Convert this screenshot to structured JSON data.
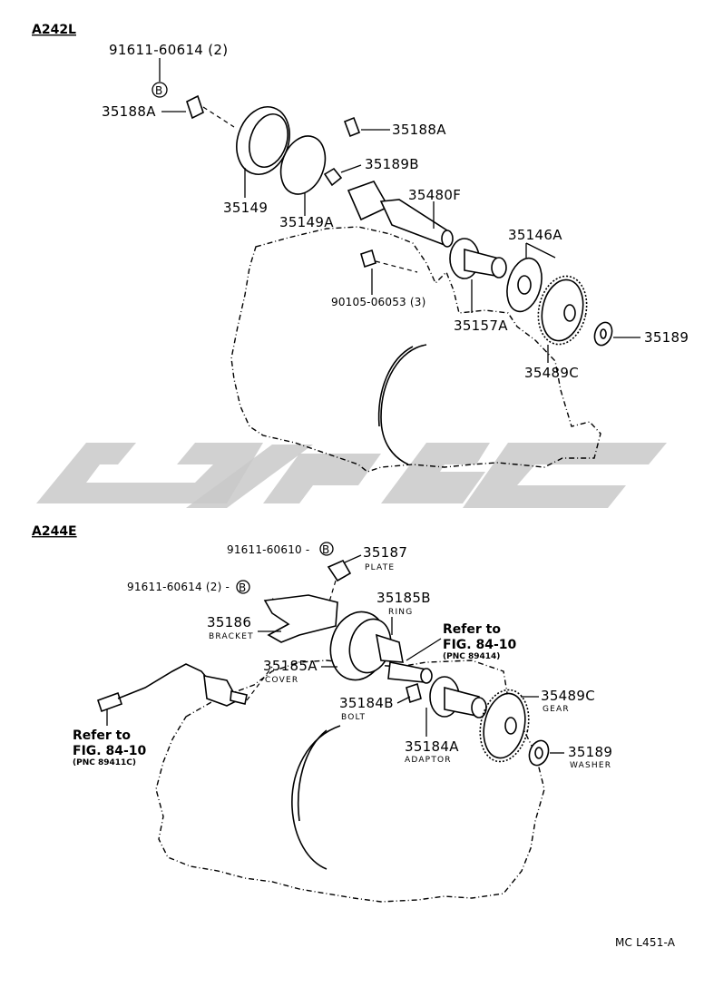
{
  "sections": {
    "upper": "A242L",
    "lower": "A244E"
  },
  "upper_labels": {
    "bolt_91611_60614": "91611-60614 (2)",
    "circle_b": "B",
    "p35188A_left": "35188A",
    "p35188A_right": "35188A",
    "p35189B": "35189B",
    "p35149": "35149",
    "p35149A": "35149A",
    "p35480F": "35480F",
    "p35146A": "35146A",
    "p90105": "90105-06053 (3)",
    "p35157A": "35157A",
    "p35189": "35189",
    "p35489C": "35489C"
  },
  "lower_labels": {
    "bolt_91611_60610": "91611-60610 -",
    "circle_b1": "B",
    "p35187": "35187",
    "p35187_desc": "PLATE",
    "bolt_91611_60614": "91611-60614 (2) -",
    "circle_b2": "B",
    "p35185B": "35185B",
    "p35185B_desc": "RING",
    "refer_right_1": "Refer to",
    "refer_right_2": "FIG. 84-10",
    "refer_right_pnc": "(PNC 89414)",
    "p35186": "35186",
    "p35186_desc": "BRACKET",
    "p35185A": "35185A",
    "p35185A_desc": "COVER",
    "p35489C": "35489C",
    "p35489C_desc": "GEAR",
    "p35184B": "35184B",
    "p35184B_desc": "BOLT",
    "refer_left_1": "Refer to",
    "refer_left_2": "FIG. 84-10",
    "refer_left_pnc": "(PNC 89411C)",
    "p35184A": "35184A",
    "p35184A_desc": "ADAPTOR",
    "p35189": "35189",
    "p35189_desc": "WASHER"
  },
  "footer": {
    "code": "MC L451-A"
  }
}
